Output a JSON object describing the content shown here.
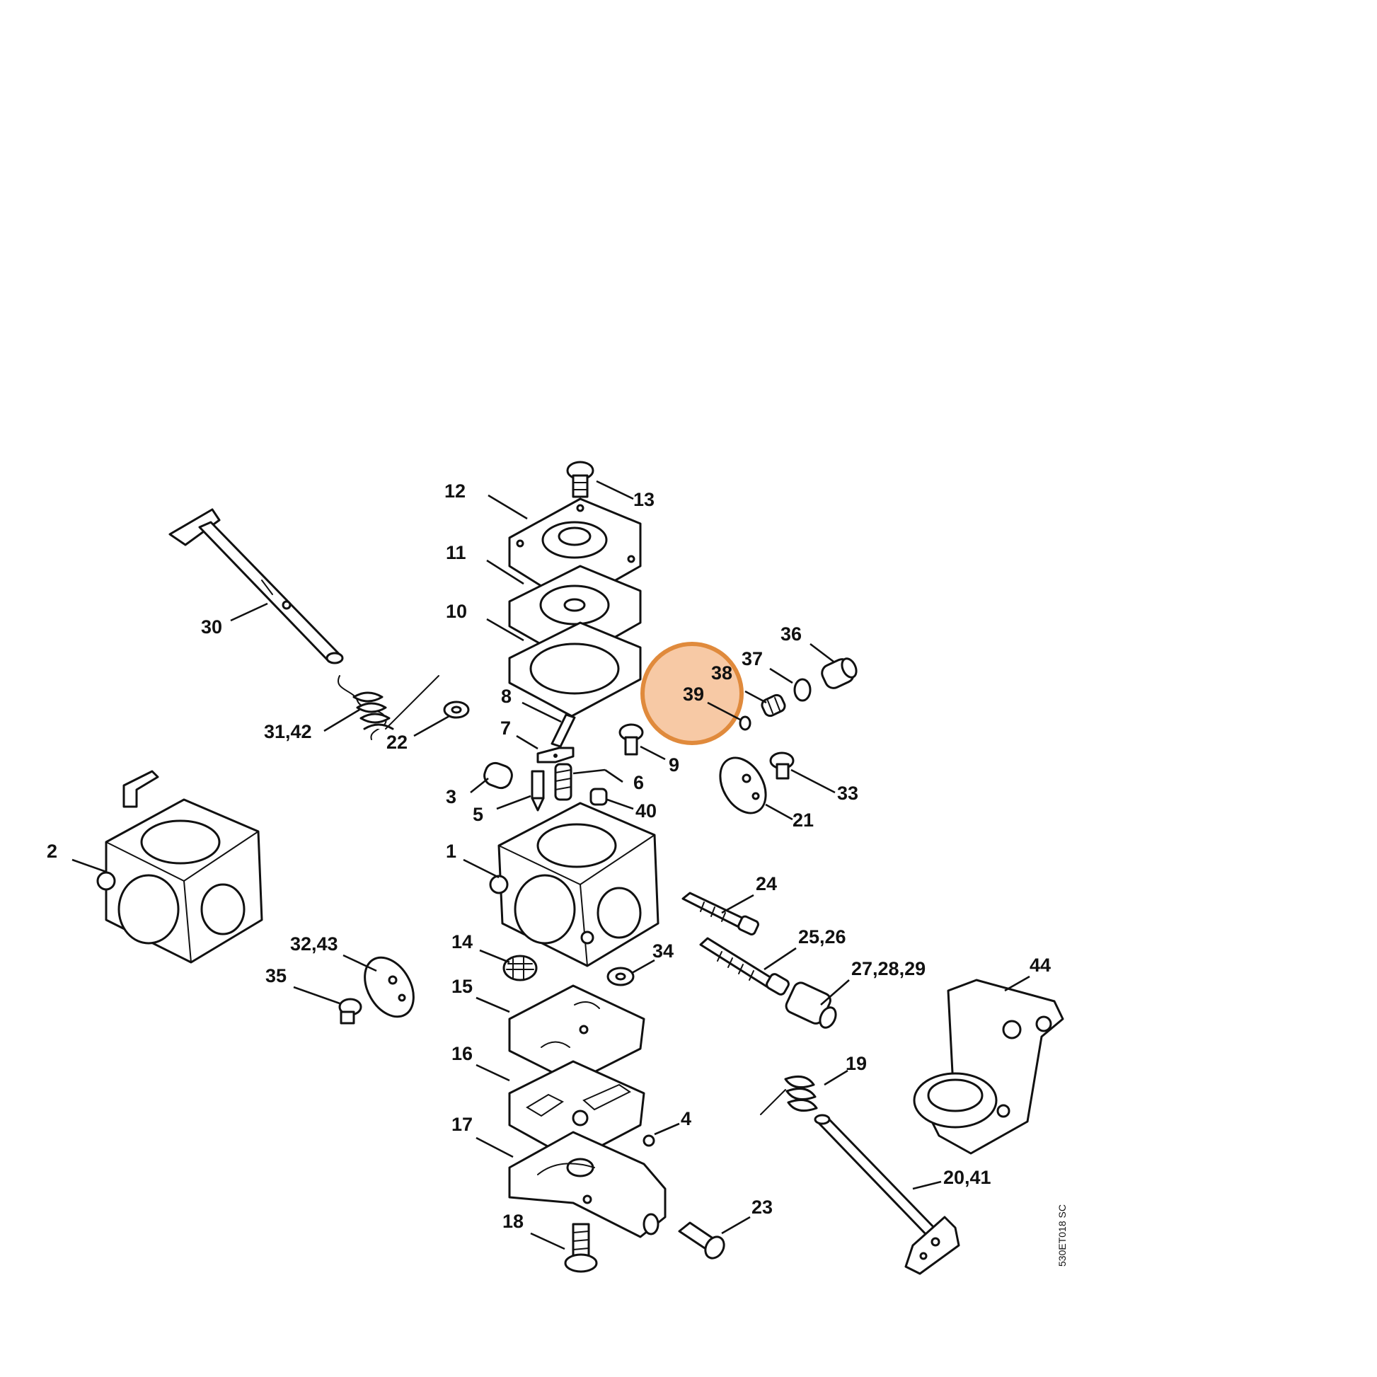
{
  "diagram": {
    "highlight_color": "#E08A3C",
    "highlight_fill": "#F7C9A5",
    "drawing_code": "530ET018 SC",
    "callouts": [
      "1",
      "2",
      "3",
      "4",
      "5",
      "6",
      "7",
      "8",
      "9",
      "10",
      "11",
      "12",
      "13",
      "14",
      "15",
      "16",
      "17",
      "18",
      "19",
      "20,41",
      "21",
      "22",
      "23",
      "24",
      "25,26",
      "27,28,29",
      "30",
      "31,42",
      "32,43",
      "33",
      "34",
      "35",
      "36",
      "37",
      "38",
      "39",
      "40",
      "44"
    ],
    "highlighted": "39"
  }
}
